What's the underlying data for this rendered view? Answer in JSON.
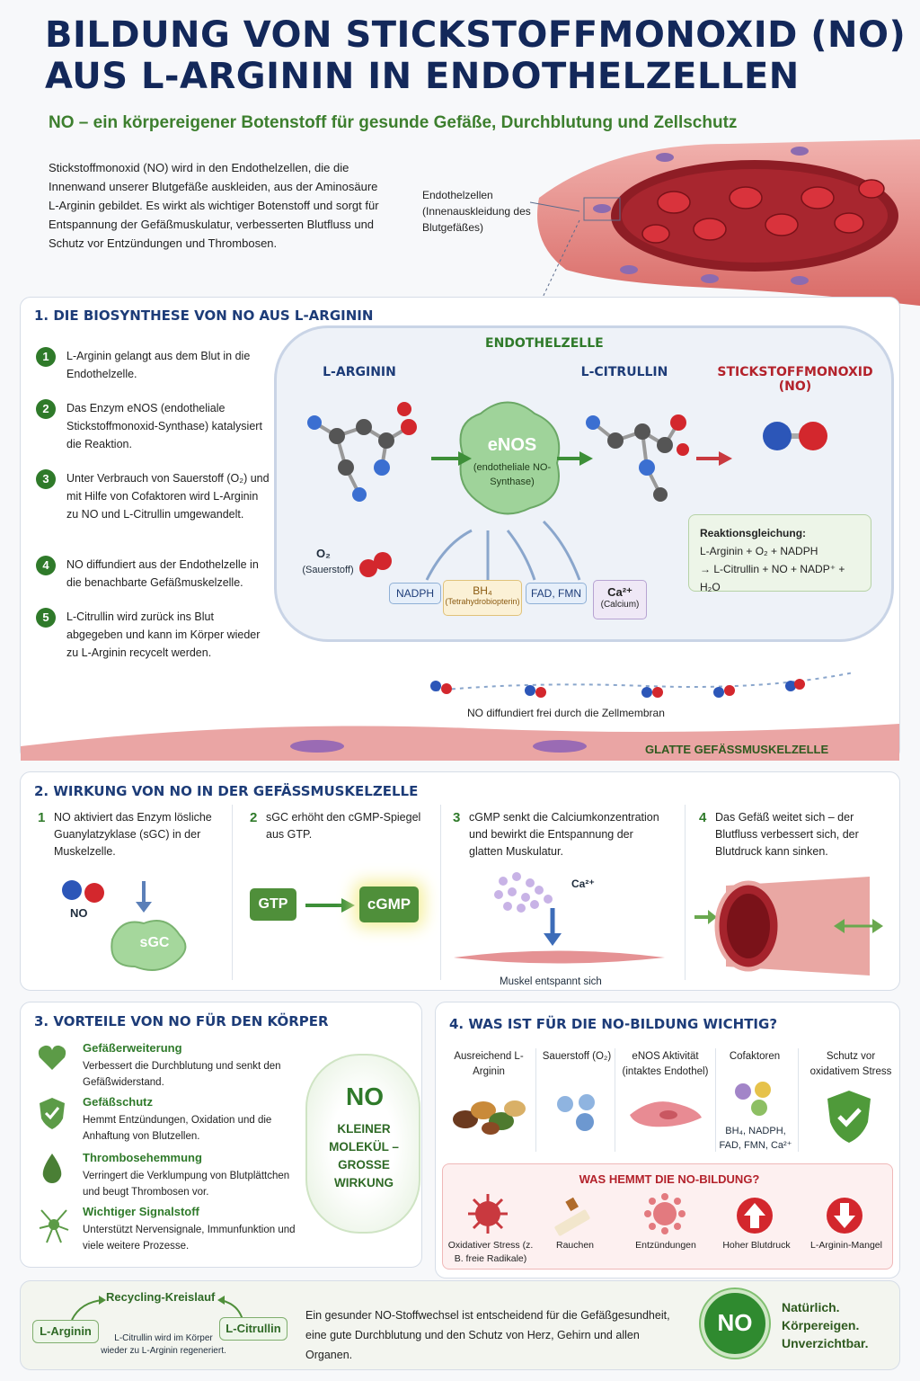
{
  "header": {
    "title_line1": "BILDUNG VON STICKSTOFFMONOXID (NO)",
    "title_line2": "AUS L-ARGININ IN ENDOTHELZELLEN",
    "subtitle": "NO – ein körpereigener Botenstoff für gesunde Gefäße, Durchblutung und Zellschutz",
    "intro": "Stickstoffmonoxid (NO) wird in den Endothelzellen, die die Innenwand unserer Blutgefäße auskleiden, aus der Aminosäure L-Arginin gebildet. Es wirkt als wichtiger Botenstoff und sorgt für Entspannung der Gefäßmuskulatur, verbesserten Blutfluss und Schutz vor Entzündungen und Thrombosen.",
    "endothel_label": "Endothelzellen (Innenauskleidung des Blutgefäßes)"
  },
  "section1": {
    "title": "1. DIE BIOSYNTHESE VON NO AUS L-ARGININ",
    "steps": [
      {
        "num": "1",
        "text": "L-Arginin gelangt aus dem Blut in die Endothelzelle."
      },
      {
        "num": "2",
        "text": "Das Enzym eNOS (endotheliale Stickstoffmonoxid-Synthase) katalysiert die Reaktion."
      },
      {
        "num": "3",
        "text": "Unter Verbrauch von Sauerstoff (O₂) und mit Hilfe von Cofaktoren wird L-Arginin zu NO und L-Citrullin umgewandelt."
      },
      {
        "num": "4",
        "text": "NO diffundiert aus der Endothelzelle in die benachbarte Gefäßmuskelzelle."
      },
      {
        "num": "5",
        "text": "L-Citrullin wird zurück ins Blut abgegeben und kann im Körper wieder zu L-Arginin recycelt werden."
      }
    ],
    "cell_label": "ENDOTHELZELLE",
    "arginin": "L-ARGININ",
    "citrullin": "L-CITRULLIN",
    "no_label": "STICKSTOFFMONOXID (NO)",
    "enos": "eNOS",
    "enos_sub": "(endotheliale NO-Synthase)",
    "o2": "O₂",
    "o2_sub": "(Sauerstoff)",
    "cofactors": {
      "nadph": "NADPH",
      "bh4": "BH₄",
      "bh4_sub": "(Tetrahydrobiopterin)",
      "fad": "FAD, FMN",
      "ca": "Ca²⁺",
      "ca_sub": "(Calcium)"
    },
    "equation_title": "Reaktionsgleichung:",
    "equation_line1": "L-Arginin + O₂ + NADPH",
    "equation_line2": "→ L-Citrullin + NO + NADP⁺ + H₂O",
    "diffusion": "NO diffundiert frei durch die Zellmembran",
    "muscle_label": "GLATTE GEFÄSSMUSKELZELLE"
  },
  "section2": {
    "title": "2. WIRKUNG VON NO IN DER GEFÄSSMUSKELZELLE",
    "steps": [
      {
        "num": "1",
        "text": "NO aktiviert das Enzym lösliche Guanylatzyklase (sGC) in der Muskelzelle."
      },
      {
        "num": "2",
        "text": "sGC erhöht den cGMP-Spiegel aus GTP."
      },
      {
        "num": "3",
        "text": "cGMP senkt die Calciumkonzentration und bewirkt die Entspannung der glatten Muskulatur."
      },
      {
        "num": "4",
        "text": "Das Gefäß weitet sich – der Blutfluss verbessert sich, der Blutdruck kann sinken."
      }
    ],
    "no": "NO",
    "sgc": "sGC",
    "gtp": "GTP",
    "cgmp": "cGMP",
    "ca": "Ca²⁺",
    "muscle_relax": "Muskel entspannt sich"
  },
  "section3": {
    "title": "3. VORTEILE VON NO FÜR DEN KÖRPER",
    "items": [
      {
        "title": "Gefäßerweiterung",
        "text": "Verbessert die Durchblutung und senkt den Gefäßwiderstand."
      },
      {
        "title": "Gefäßschutz",
        "text": "Hemmt Entzündungen, Oxidation und die Anhaftung von Blutzellen."
      },
      {
        "title": "Thrombosehemmung",
        "text": "Verringert die Verklumpung von Blutplättchen und beugt Thrombosen vor."
      },
      {
        "title": "Wichtiger Signalstoff",
        "text": "Unterstützt Nervensignale, Immunfunktion und viele weitere Prozesse."
      }
    ],
    "badge_no": "NO",
    "badge_text": "KLEINER MOLEKÜL – GROSSE WIRKUNG"
  },
  "section4": {
    "title": "4. WAS IST FÜR DIE NO-BILDUNG WICHTIG?",
    "needs": [
      {
        "label": "Ausreichend L-Arginin"
      },
      {
        "label": "Sauerstoff (O₂)"
      },
      {
        "label": "eNOS Aktivität (intaktes Endothel)"
      },
      {
        "label": "Cofaktoren",
        "sub": "BH₄, NADPH, FAD, FMN, Ca²⁺"
      },
      {
        "label": "Schutz vor oxidativem Stress"
      }
    ],
    "inhibit_title": "WAS HEMMT DIE NO-BILDUNG?",
    "inhibitors": [
      "Oxidativer Stress (z. B. freie Radikale)",
      "Rauchen",
      "Entzündungen",
      "Hoher Blutdruck",
      "L-Arginin-Mangel"
    ]
  },
  "footer": {
    "recycle_title": "Recycling-Kreislauf",
    "arginin": "L-Arginin",
    "citrullin": "L-Citrullin",
    "recycle_note": "L-Citrullin wird im Körper wieder zu L-Arginin regeneriert.",
    "statement": "Ein gesunder NO-Stoffwechsel ist entscheidend für die Gefäßgesundheit, eine gute Durchblutung und den Schutz von Herz, Gehirn und allen Organen.",
    "badge": "NO",
    "tagline1": "Natürlich.",
    "tagline2": "Körpereigen.",
    "tagline3": "Unverzichtbar."
  },
  "colors": {
    "navy": "#13285a",
    "green": "#2f7a2a",
    "red": "#b3222b",
    "blood": "#c9393f"
  }
}
